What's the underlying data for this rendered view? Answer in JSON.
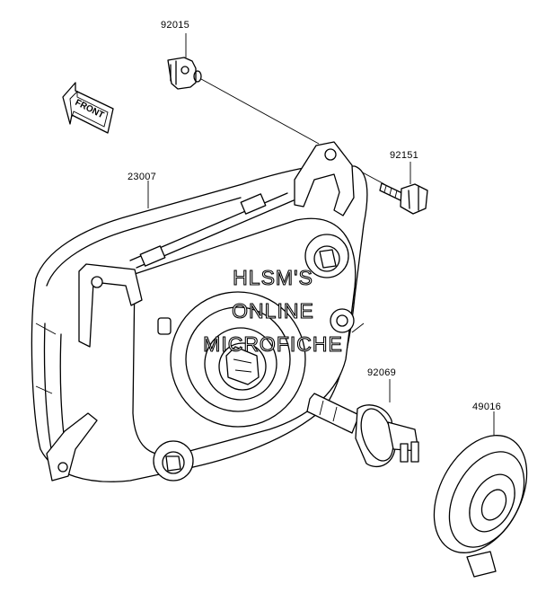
{
  "labels": {
    "p92015": "92015",
    "p23007": "23007",
    "p92151": "92151",
    "p92069": "92069",
    "p49016": "49016"
  },
  "front_arrow": {
    "text": "FRONT"
  },
  "watermark": {
    "line1": "HLSM'S",
    "line2": "ONLINE",
    "line3": "MICROFICHE"
  }
}
